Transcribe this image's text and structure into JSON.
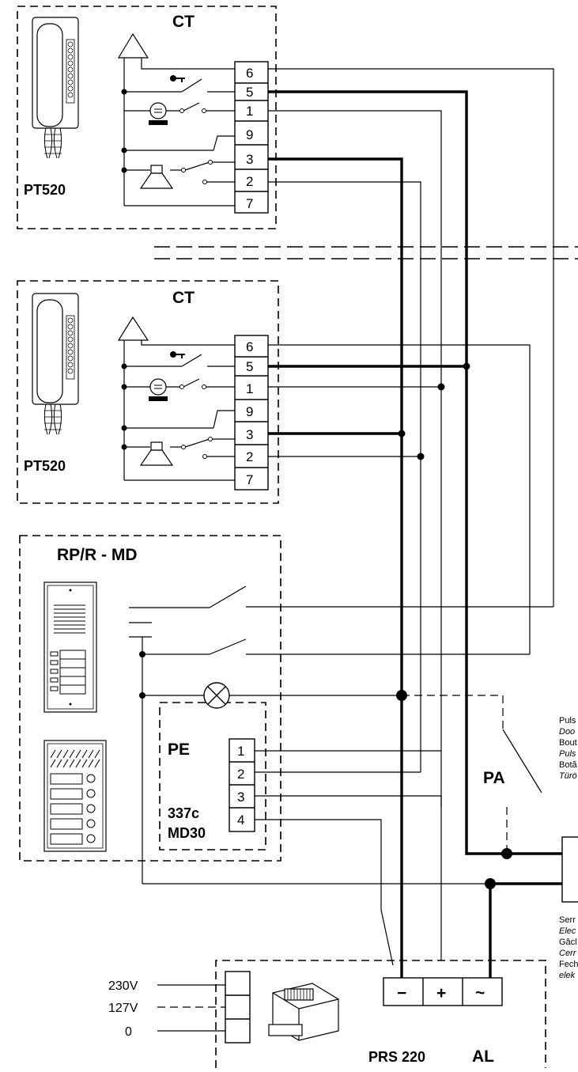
{
  "units": {
    "ct_upper": {
      "title": "CT",
      "handset": "PT520",
      "terminals": [
        "6",
        "5",
        "1",
        "9",
        "3",
        "2",
        "7"
      ]
    },
    "ct_lower": {
      "title": "CT",
      "handset": "PT520",
      "terminals": [
        "6",
        "5",
        "1",
        "9",
        "3",
        "2",
        "7"
      ]
    },
    "panel": {
      "title": "RP/R - MD"
    },
    "pe": {
      "title": "PE",
      "model_line1": "337c",
      "model_line2": "MD30",
      "terminals": [
        "1",
        "2",
        "3",
        "4"
      ]
    },
    "pa": {
      "title": "PA"
    },
    "psu": {
      "model": "PRS 220",
      "suffix": "AL",
      "outputs": [
        "−",
        "+",
        "~"
      ],
      "inputs": [
        "230V",
        "127V",
        "0"
      ]
    }
  },
  "notes": {
    "pa_lines": [
      {
        "text": "Puls",
        "italic": false
      },
      {
        "text": "Doo",
        "italic": true
      },
      {
        "text": "Bout",
        "italic": false
      },
      {
        "text": "Puls",
        "italic": true
      },
      {
        "text": "Botã",
        "italic": false
      },
      {
        "text": "Türö",
        "italic": true
      }
    ],
    "lock_lines": [
      {
        "text": "Serr",
        "italic": false
      },
      {
        "text": "Elec",
        "italic": true
      },
      {
        "text": "Gâcl",
        "italic": false
      },
      {
        "text": "Cerr",
        "italic": true
      },
      {
        "text": "Fech",
        "italic": false
      },
      {
        "text": "elek",
        "italic": true
      }
    ]
  }
}
